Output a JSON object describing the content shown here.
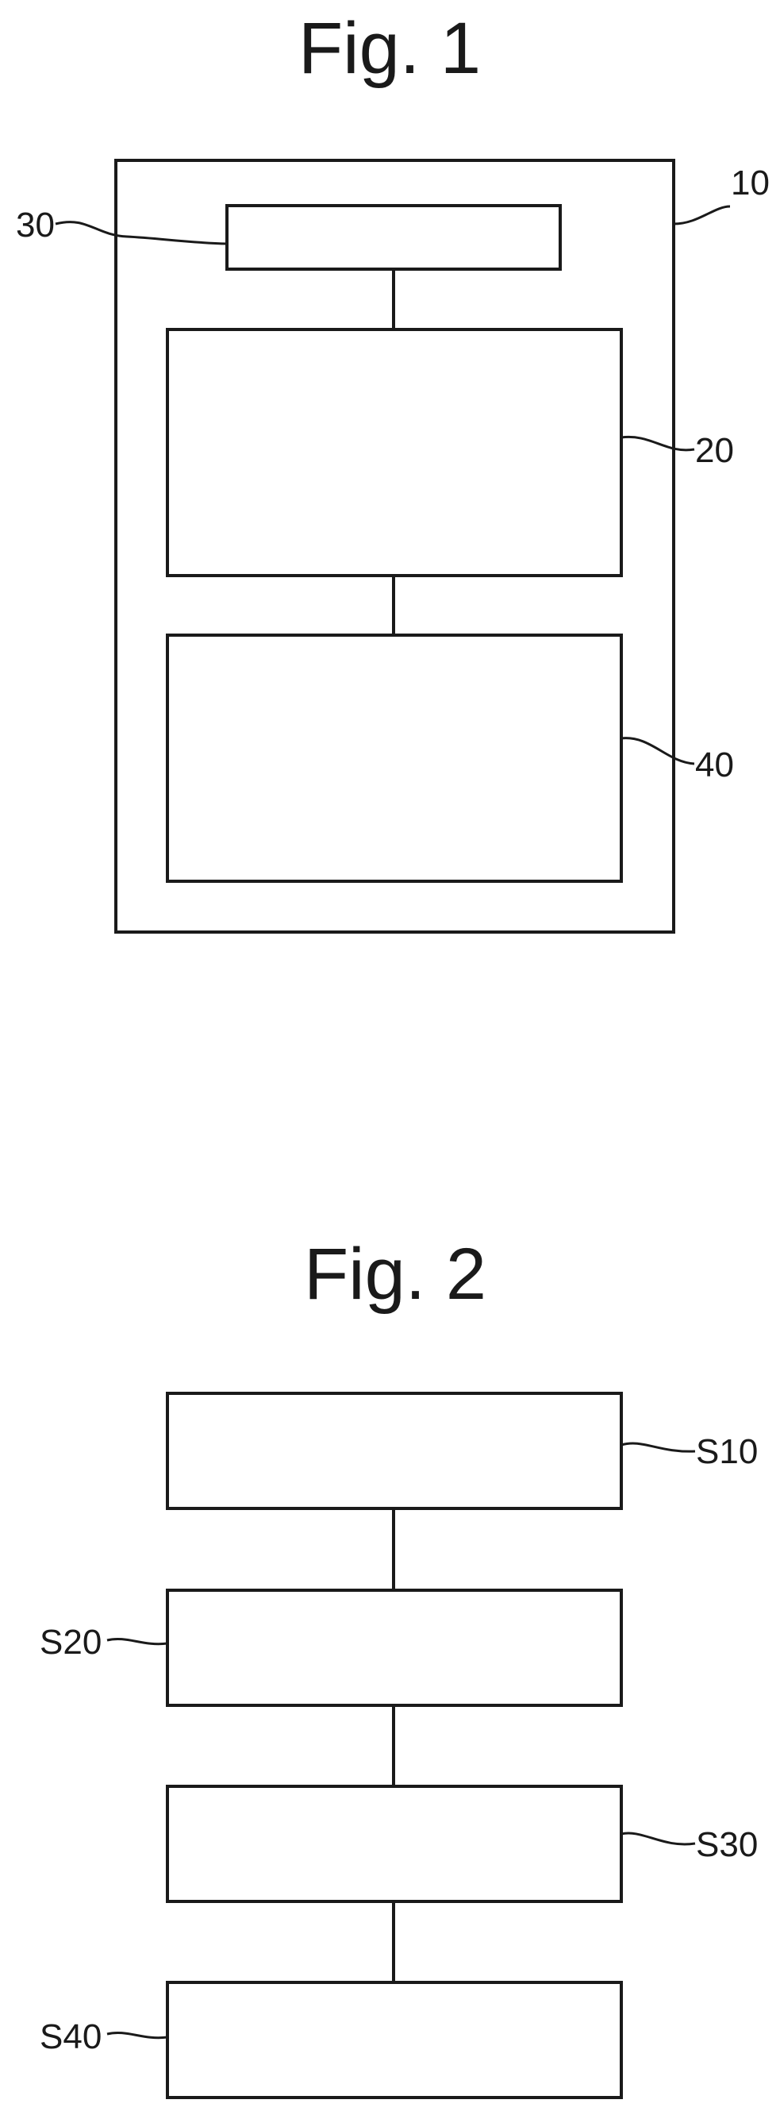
{
  "figure1": {
    "title": "Fig. 1",
    "labels": {
      "outer": "10",
      "top_box": "30",
      "middle_box": "20",
      "bottom_box": "40"
    }
  },
  "figure2": {
    "title": "Fig. 2",
    "steps": [
      "S10",
      "S20",
      "S30",
      "S40"
    ]
  }
}
